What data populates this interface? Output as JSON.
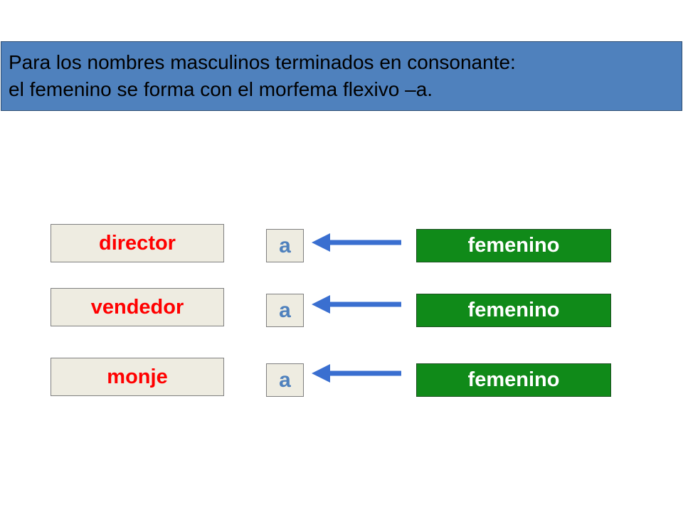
{
  "header": {
    "line1": "Para los nombres masculinos terminados en consonante:",
    "line2": "el femenino se forma con el morfema flexivo –a."
  },
  "rows": [
    {
      "word": "director",
      "suffix": "a",
      "gender": "femenino"
    },
    {
      "word": "vendedor",
      "suffix": "a",
      "gender": "femenino"
    },
    {
      "word": "monje",
      "suffix": "a",
      "gender": "femenino"
    }
  ],
  "colors": {
    "title_background": "#4f81bd",
    "word_text": "#ff0000",
    "suffix_text": "#4f81bd",
    "arrow": "#3a6fd0",
    "gender_background": "#108a19"
  }
}
